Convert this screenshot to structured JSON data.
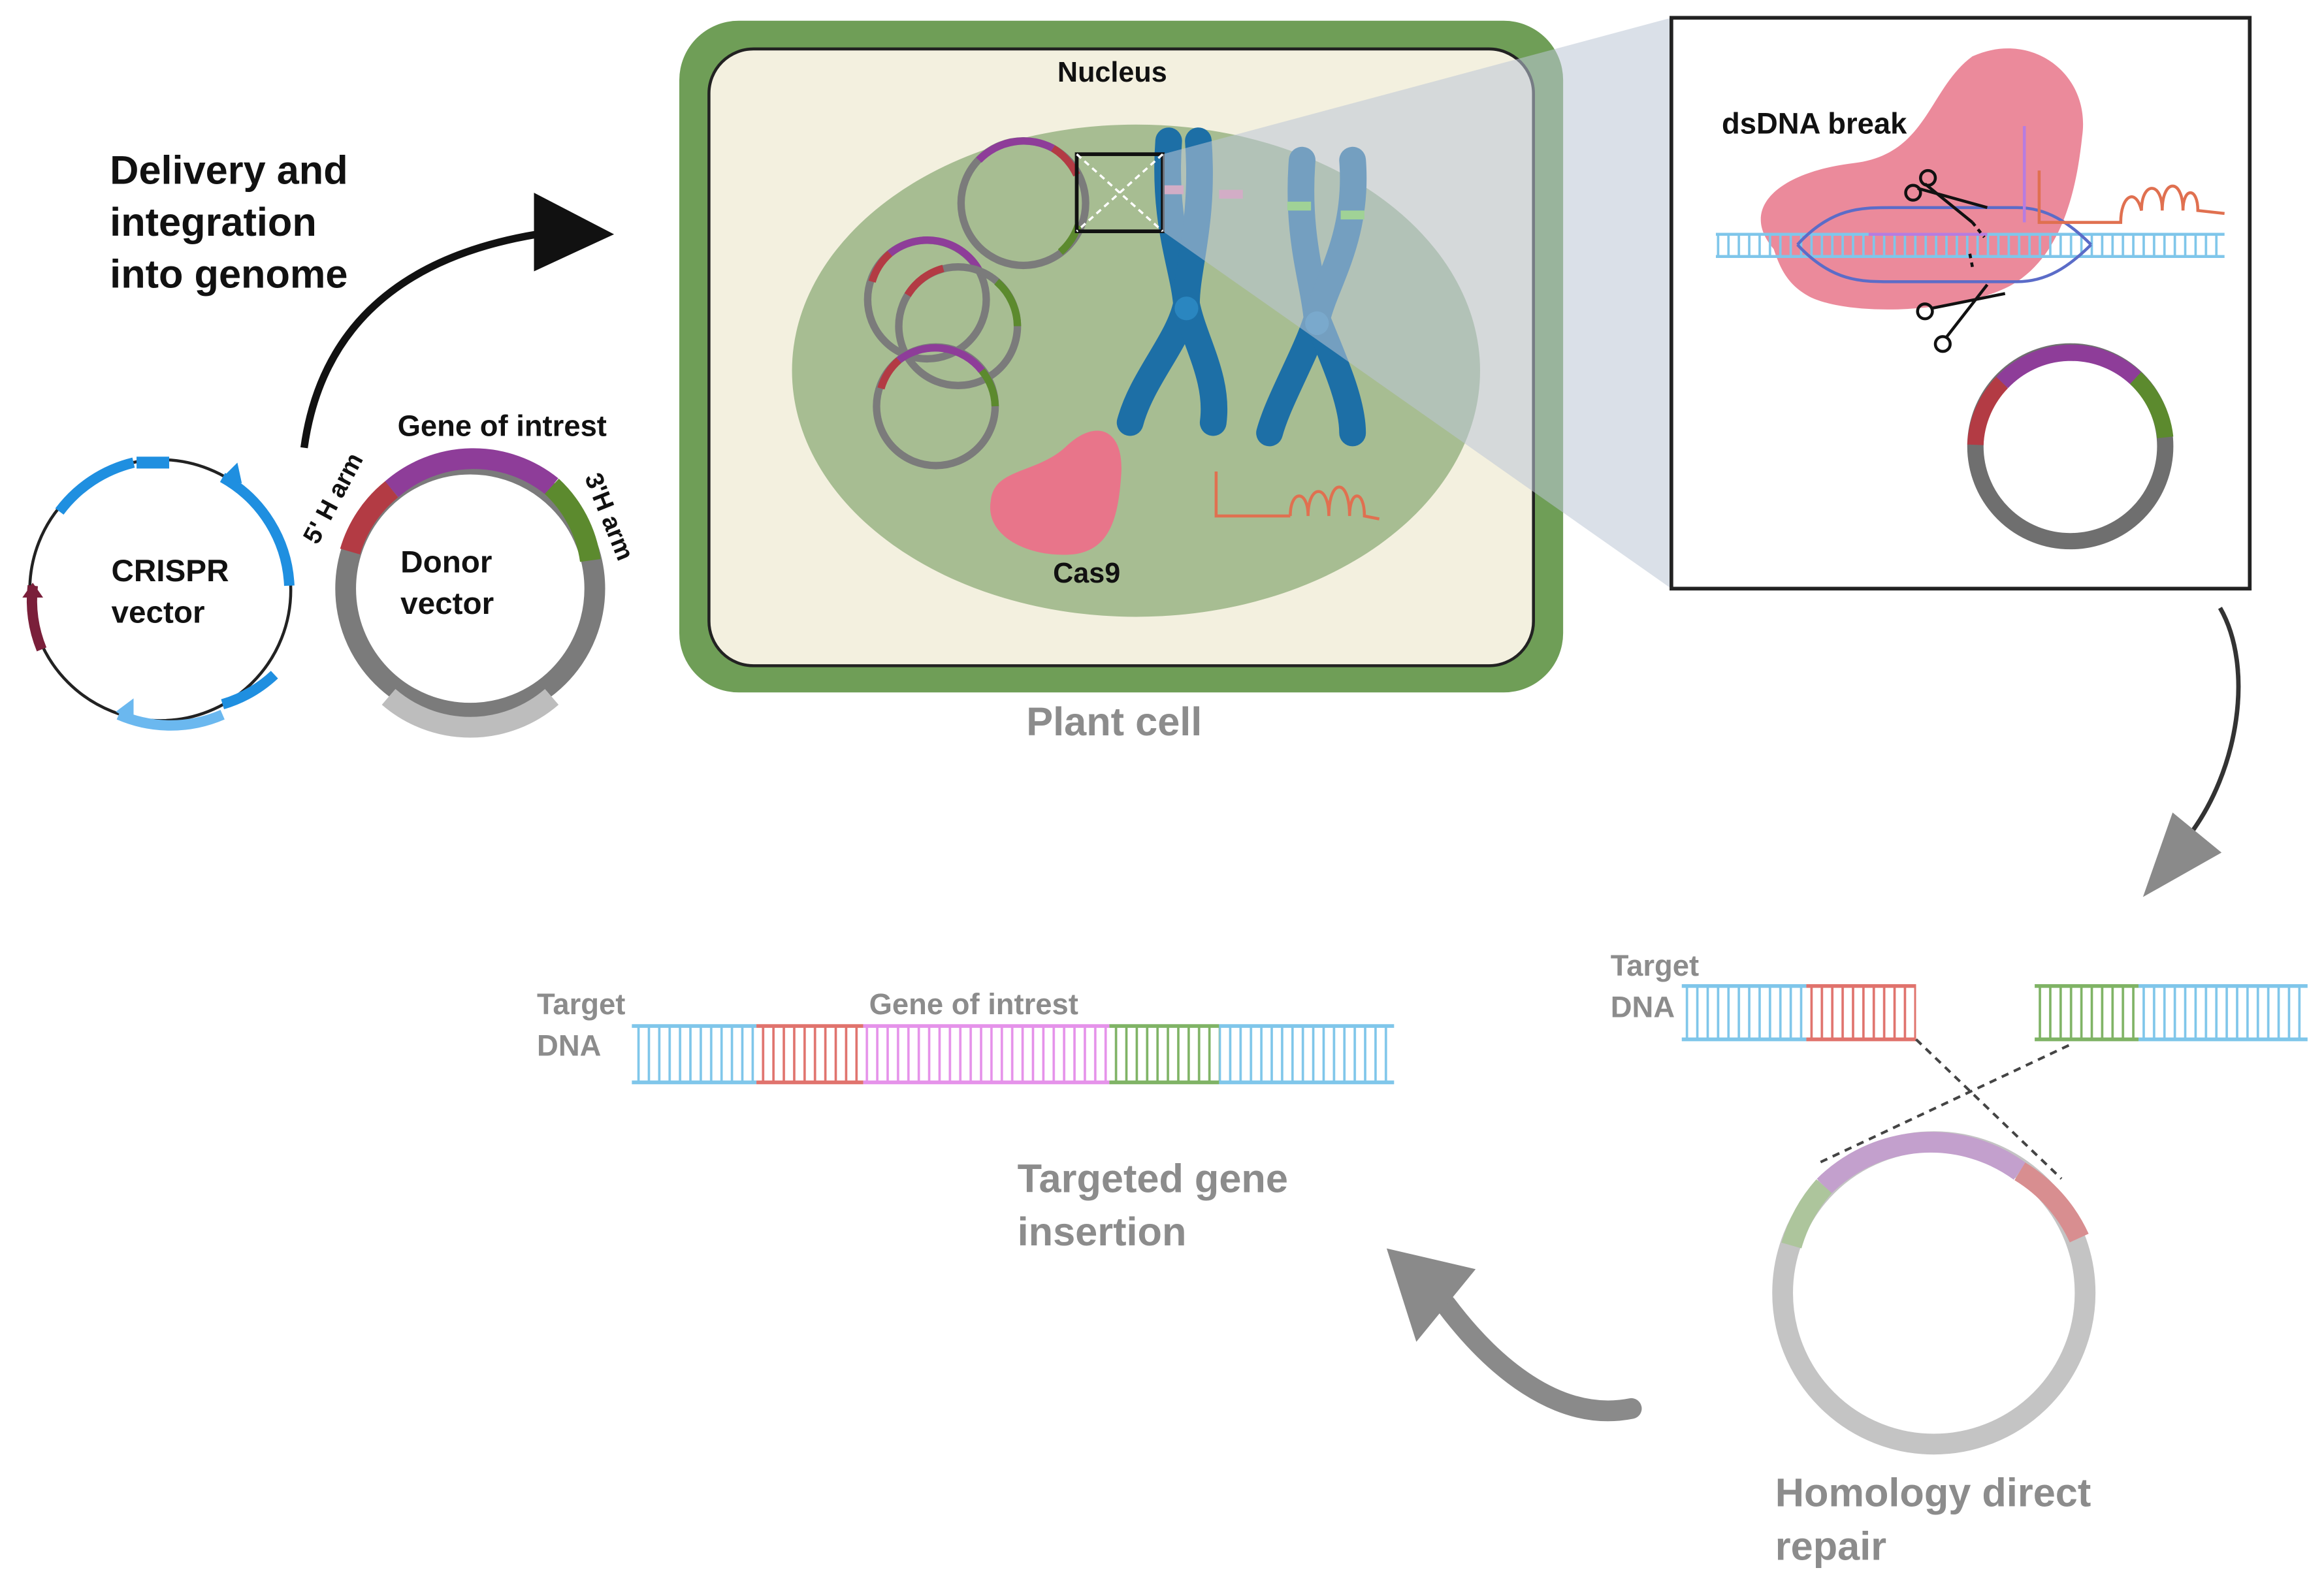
{
  "labels": {
    "delivery_line1": "Delivery and",
    "delivery_line2": "integration",
    "delivery_line3": "into genome",
    "crispr_line1": "CRISPR",
    "crispr_line2": "vector",
    "donor_line1": "Donor",
    "donor_line2": "vector",
    "gene_of_interest_top": "Gene of intrest",
    "five_h_arm": "5' H arm",
    "three_h_arm": "3'H arm",
    "nucleus": "Nucleus",
    "cas9": "Cas9",
    "plant_cell": "Plant cell",
    "dsdna_break": "dsDNA break",
    "target_dna_right_1": "Target",
    "target_dna_right_2": "DNA",
    "hdr_line1": "Homology direct",
    "hdr_line2": "repair",
    "target_dna_left_1": "Target",
    "target_dna_left_2": "DNA",
    "gene_of_interest_bottom": "Gene of intrest",
    "tgi_line1": "Targeted gene",
    "tgi_line2": "insertion"
  },
  "colors": {
    "cell_wall": "#6f9e57",
    "cytoplasm": "#f3f0df",
    "nucleus": "#a7bd92",
    "chromosome": "#1d6fa6",
    "cas9": "#e8758a",
    "five_arm": "#b33b44",
    "three_arm": "#5c8a2e",
    "gene": "#8e3d99",
    "backbone": "#7b7b7b",
    "dna_blue": "#7fc6ea",
    "dna_red": "#e0736d",
    "dna_pink": "#e592ea",
    "dna_green": "#7fb365",
    "arrow_grey": "#8a8a8a",
    "crispr_blue": "#1f8fe0"
  },
  "icons": [
    "scissors-icon",
    "scissors-icon",
    "curved-arrow-icon"
  ]
}
